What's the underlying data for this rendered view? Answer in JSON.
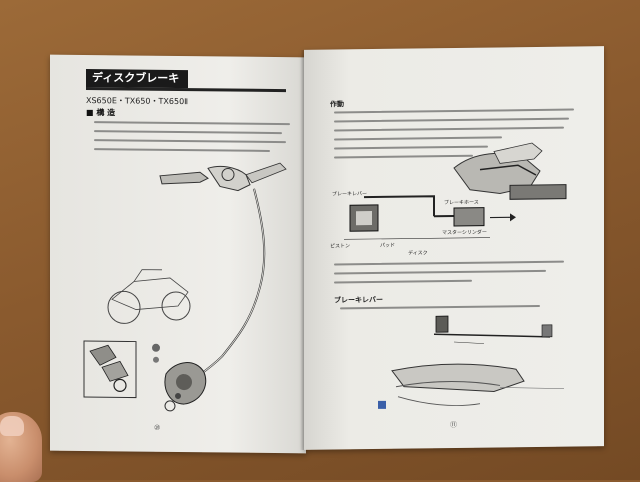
{
  "left_page": {
    "title": "ディスクブレーキ",
    "models": "XS650E・TX650・TX650Ⅱ",
    "section": "■ 構 造",
    "page_number": "⑩"
  },
  "right_page": {
    "heading": "作動",
    "diagram_labels": [
      "ブレーキレバー",
      "ブレーキホース",
      "マスターシリンダー",
      "ピストン",
      "パッド",
      "ディスク"
    ],
    "subheading": "ブレーキレバー",
    "page_number": "⑪"
  },
  "colors": {
    "table": "#8a5a2e",
    "paper": "#ecebe6",
    "title_bar": "#1a1a1a",
    "text_gray": "#8c8c8a",
    "sticker_blue": "#3a5fa8"
  }
}
